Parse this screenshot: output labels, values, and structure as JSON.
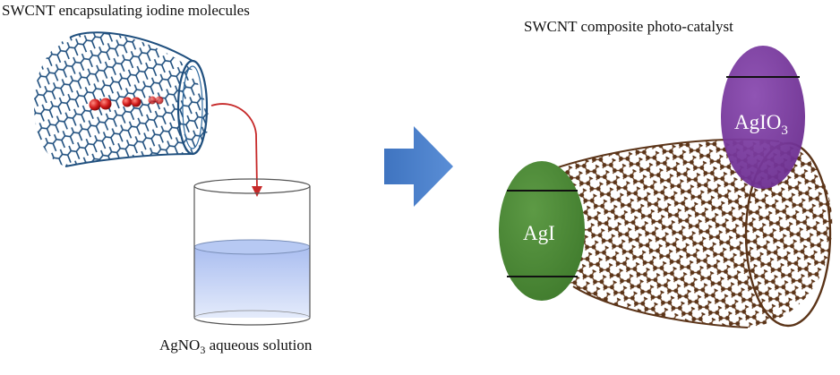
{
  "titles": {
    "left": "SWCNT encapsulating iodine molecules",
    "right": "SWCNT composite photo-catalyst"
  },
  "solution": {
    "label_main": "AgNO",
    "label_sub": "3",
    "label_tail": " aqueous solution"
  },
  "bands": {
    "agi": {
      "label": "AgI"
    },
    "agio3": {
      "label_main": "AgIO",
      "label_sub": "3"
    }
  },
  "colors": {
    "left_tube": "#1f4f7e",
    "iodine": "#d01818",
    "pour_arrow": "#c62828",
    "process_arrow": "#4a7fc8",
    "solution_liquid": "#c7d5f4",
    "right_tube": "#5b3418",
    "agi_fill": "#4f8a3a",
    "agio3_fill": "#7a3a9e"
  },
  "icons": {
    "left_tube": "carbon-nanotube-hexagonal-lattice",
    "beaker": "cylindrical-beaker",
    "process_arrow": "block-arrow-right",
    "right_tube": "ball-and-stick-nanotube"
  }
}
